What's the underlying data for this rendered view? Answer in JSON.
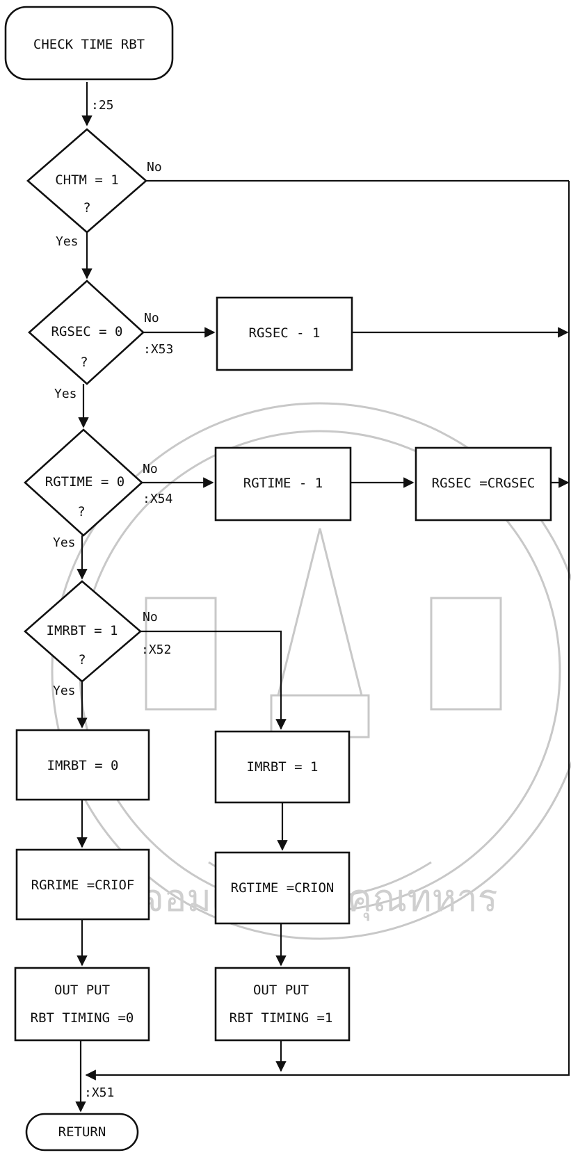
{
  "title": "CHECK TIME RBT",
  "decisions": [
    {
      "text": "CHTM = 1",
      "q": "?"
    },
    {
      "text": "RGSEC = 0",
      "q": "?"
    },
    {
      "text": "RGTIME = 0",
      "q": "?"
    },
    {
      "text": "IMRBT = 1",
      "q": "?"
    }
  ],
  "processes": {
    "rgsec_dec": "RGSEC - 1",
    "rgtime_dec": "RGTIME - 1",
    "rgsec_reload": "RGSEC =CRGSEC",
    "imrbt_set0": "IMRBT = 0",
    "imrbt_set1": "IMRBT = 1",
    "rgtime_crof": "RGRIME =CRIOF",
    "rgtime_cron": "RGTIME =CRION"
  },
  "outputs": {
    "out0_line1": "OUT PUT",
    "out0_line2": "RBT TIMING =0",
    "out1_line1": "OUT PUT",
    "out1_line2": "RBT TIMING =1"
  },
  "terminal_end": "RETURN",
  "connectors": {
    "entry": ":25",
    "x53": ":X53",
    "x54": ":X54",
    "x52": ":X52",
    "x51": ":X51"
  },
  "branch_labels": {
    "no1": "No",
    "yes1": "Yes",
    "no2": "No",
    "yes2": "Yes",
    "no3": "No",
    "yes3": "Yes",
    "no4": "No",
    "yes4": "Yes"
  },
  "watermark": {
    "text": "จอมเกล้าเจ้าคุณทหาร"
  }
}
